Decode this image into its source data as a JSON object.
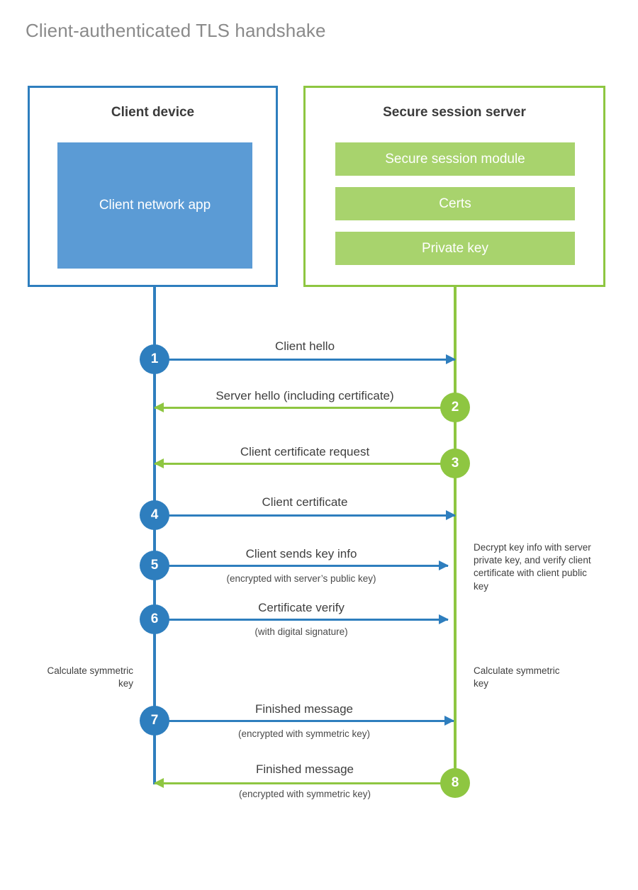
{
  "title": "Client-authenticated TLS handshake",
  "colors": {
    "client_blue": "#2e7ebe",
    "client_app_fill": "#5b9bd5",
    "server_green": "#8ec641",
    "server_bar_fill": "#a8d36d",
    "title_gray": "#8a8a8a",
    "label_gray": "#3f3f3f"
  },
  "actors": {
    "client": {
      "title": "Client device",
      "blocks": [
        {
          "label": "Client network app"
        }
      ]
    },
    "server": {
      "title": "Secure session server",
      "blocks": [
        {
          "label": "Secure session module"
        },
        {
          "label": "Certs"
        },
        {
          "label": "Private key"
        }
      ]
    }
  },
  "steps": [
    {
      "number": "1",
      "label": "Client hello",
      "sublabel": "",
      "direction": "client-to-server"
    },
    {
      "number": "2",
      "label": "Server hello (including certificate)",
      "sublabel": "",
      "direction": "server-to-client"
    },
    {
      "number": "3",
      "label": "Client certificate request",
      "sublabel": "",
      "direction": "server-to-client"
    },
    {
      "number": "4",
      "label": "Client certificate",
      "sublabel": "",
      "direction": "client-to-server"
    },
    {
      "number": "5",
      "label": "Client sends key info",
      "sublabel": "(encrypted with server’s public key)",
      "direction": "client-to-server"
    },
    {
      "number": "6",
      "label": "Certificate verify",
      "sublabel": "(with digital signature)",
      "direction": "client-to-server"
    },
    {
      "number": "7",
      "label": "Finished message",
      "sublabel": "(encrypted with symmetric key)",
      "direction": "client-to-server"
    },
    {
      "number": "8",
      "label": "Finished message",
      "sublabel": "(encrypted with symmetric key)",
      "direction": "server-to-client"
    }
  ],
  "notes": {
    "server_decrypt": "Decrypt key info with server private key, and verify client certificate with client public key",
    "client_calculate": "Calculate symmetric key",
    "server_calculate": "Calculate symmetric key"
  }
}
